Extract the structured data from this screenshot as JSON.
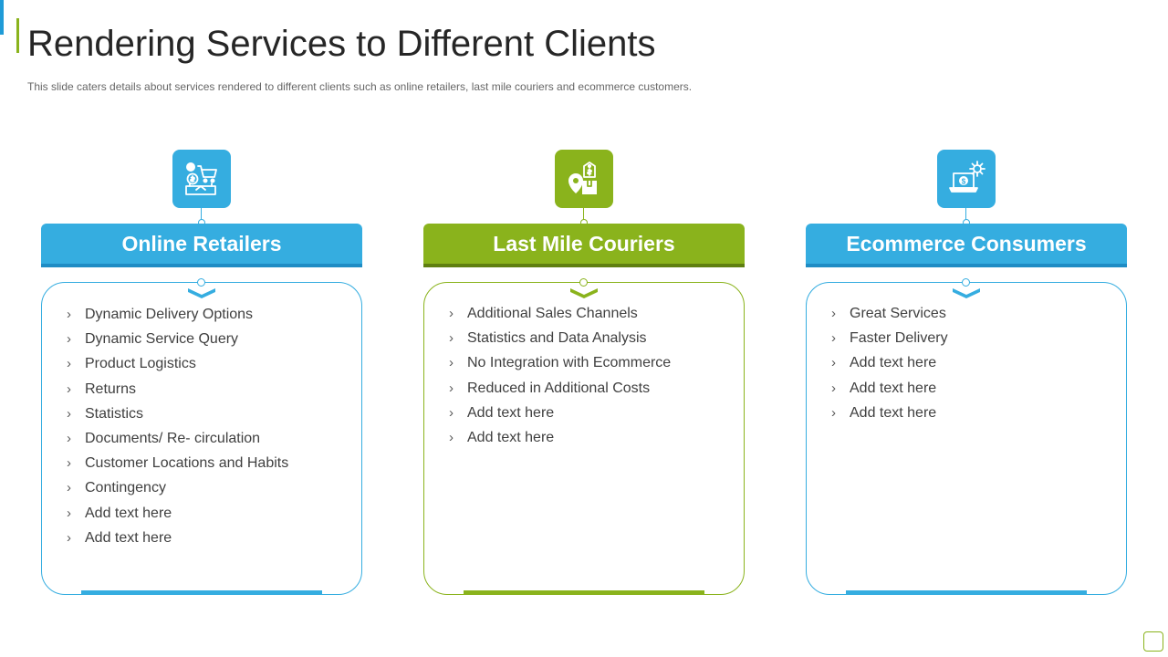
{
  "slide": {
    "title": "Rendering Services to Different Clients",
    "subtitle": "This slide caters details about services rendered to different clients such as online retailers, last mile couriers and ecommerce customers."
  },
  "colors": {
    "blue": "#35ade0",
    "blue_dark": "#1f8cc4",
    "green": "#8ab31c",
    "green_dark": "#5f7f10"
  },
  "columns": [
    {
      "heading": "Online Retailers",
      "icon": "store-retail-icon",
      "items": [
        "Dynamic Delivery Options",
        "Dynamic Service Query",
        "Product Logistics",
        "Returns",
        "Statistics",
        "Documents/ Re- circulation",
        "Customer Locations and Habits",
        "Contingency",
        "Add text here",
        "Add text here"
      ]
    },
    {
      "heading": "Last Mile Couriers",
      "icon": "delivery-location-icon",
      "items": [
        "Additional Sales Channels",
        "Statistics and Data Analysis",
        "No Integration  with Ecommerce",
        "Reduced in Additional Costs",
        "Add text here",
        "Add text here"
      ]
    },
    {
      "heading": "Ecommerce Consumers",
      "icon": "laptop-payment-icon",
      "items": [
        "Great Services",
        "Faster Delivery",
        "Add text here",
        "Add text here",
        "Add text here"
      ]
    }
  ],
  "bullet_glyph": "›"
}
